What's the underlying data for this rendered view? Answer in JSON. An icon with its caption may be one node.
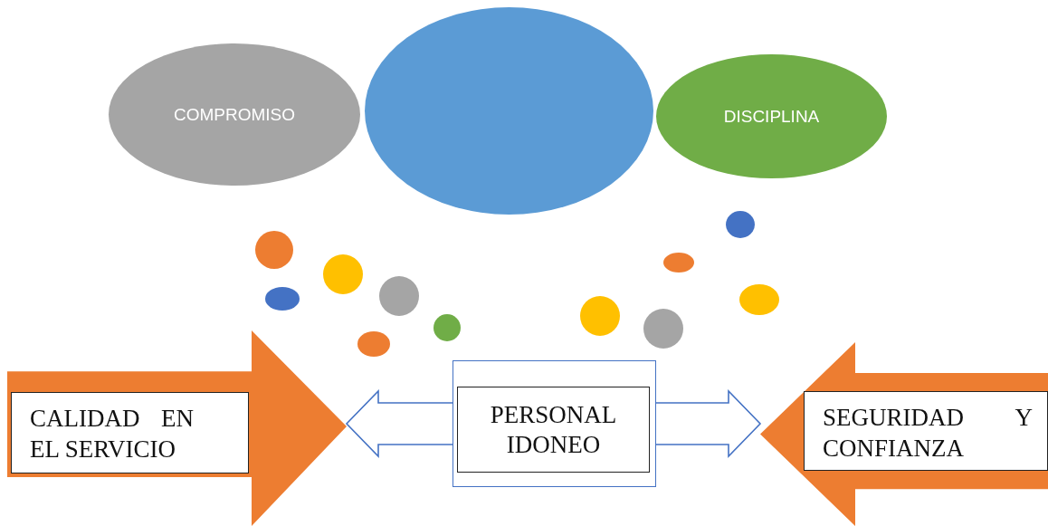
{
  "diagram": {
    "nodes": [
      {
        "text": [
          "COMPROMISO"
        ]
      },
      {
        "text": [],
        "shape": "circle"
      },
      {
        "text": [
          "DISCIPLINA"
        ]
      },
      {
        "text": [
          "CALIDAD EN EL SERVICIO"
        ]
      },
      {
        "text": [
          "PERSONAL IDONEO"
        ]
      },
      {
        "text": [
          "SEGURIDAD Y CONFIANZA"
        ]
      }
    ],
    "edges": [
      {
        "from": 4,
        "to": 3,
        "arrow": "to",
        "style": "thick"
      },
      {
        "from": 4,
        "to": 5,
        "arrow": "to",
        "style": "thick"
      }
    ]
  }
}
